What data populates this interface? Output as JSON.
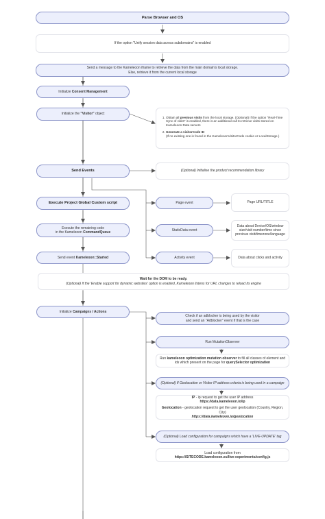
{
  "nodes": {
    "parse": "Parse Browser and OS",
    "unify": "If the option \"Unify session data across subdomains\" is enabled",
    "iframe_1": "Send a message to the Kameleoon iframe to retrieve the data from the main domain's local storage.",
    "iframe_2": "Else, retrieve it from the current local storage",
    "consent_prefix": "Initialize ",
    "consent_bold": "Consent Management",
    "visitor_prefix": "Initialize the ",
    "visitor_bold": "\"Visitor\"",
    "visitor_suffix": " object",
    "visitor_note_1_pre": "Obtain all ",
    "visitor_note_1_bold": "previous visits",
    "visitor_note_1_post": " from the local storage. (Optional) If the option \"Real-Time Sync of visits\" is enabled, there is an additional call to retrieve visits stored on Kameleoon Data servers",
    "visitor_note_2_bold": "Generate a visitorCode ID",
    "visitor_note_2_post": "(If no existing one is found in the KameleoonVisitorCode cookie or LocalStorage.)",
    "send_events": "Send Events",
    "recommendation": "(Optional) Initialise the product recommendation library",
    "global_script": "Execute Project Global Custom script",
    "remaining_1": "Execute the remaining code",
    "remaining_2_pre": "in the Kameleoon ",
    "remaining_2_bold": "CommandQueue",
    "started_pre": "Send event ",
    "started_bold": "Kameleoon::Started",
    "page_event": "Page event",
    "page_event_desc": "Page URL/TITLE",
    "static_event": "StaticData event",
    "static_event_desc": "Data about Device/OS/window size/visit number/time since previous visit/timezone/language",
    "activity_event": "Activity event",
    "activity_event_desc": "Data about clicks and activity",
    "dom_ready": "Wait for the DOM to be ready.",
    "dom_ready_opt": "(Optional) If the 'Enable support for dynamic websites' option is enabled, Kameleoon listens for URL changes to reload its engine",
    "campaigns_prefix": "Initialize ",
    "campaigns_bold": "Campaigns / Actions",
    "adblock_1": "Check if an adblocker is being used by the visitor",
    "adblock_2": "and send an \"Adblocker\" event if that is the case",
    "mutation": "Run MutationObserver",
    "mutation_desc_pre": "Run ",
    "mutation_desc_bold": "kameleoon optimization mutation observer",
    "mutation_desc_mid": " to fill all classes of element and ids which present on the page for ",
    "mutation_desc_bold2": "querySelector optimization",
    "geo_criteria": "(Optional) If Geolocation or Visitor IP address criteria is being used in a campaign",
    "ip_label": "IP",
    "ip_text": " - ip request to get the user IP address",
    "ip_url": "https://data.kameleoon.io/ip",
    "geo_label": "Geolocation",
    "geo_text": " - geolocation request to get the user geolocation (Country, Region, City)",
    "geo_url": "https://data.kameleoon.io/geolocation",
    "live_update": "(Optional) Load configuration for campaigns which have a 'LIVE-UPDATE' tag",
    "load_config": "Load configuration from",
    "config_url": "https://SITECODE.kameleoon.eu/live-experiments/config.js"
  },
  "colors": {
    "accent_fill": "#eceffc",
    "accent_border": "#8a93c8",
    "connector": "#555555"
  }
}
